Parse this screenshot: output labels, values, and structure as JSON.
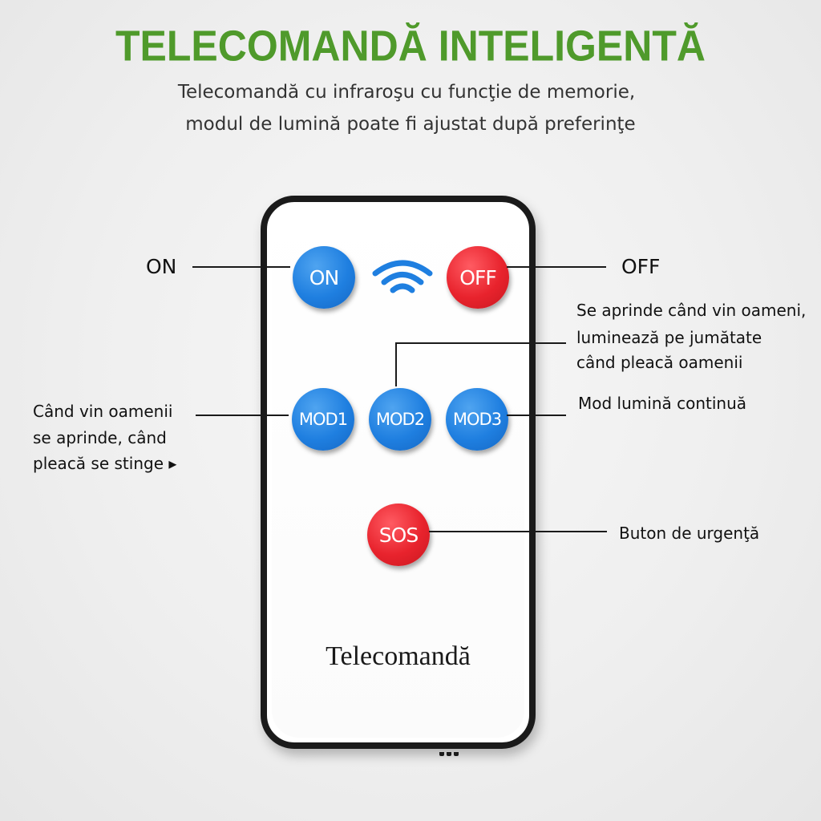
{
  "title": "TELECOMANDĂ INTELIGENTĂ",
  "subtitle": {
    "line1": "Telecomandă cu infraroşu cu funcţie de memorie,",
    "line2": "modul de lumină poate fi ajustat după preferinţe"
  },
  "remote": {
    "label": "Telecomandă",
    "buttons": {
      "on": "ON",
      "off": "OFF",
      "mod1": "MOD1",
      "mod2": "MOD2",
      "mod3": "MOD3",
      "sos": "SOS"
    }
  },
  "callouts": {
    "on": "ON",
    "off": "OFF",
    "mod2": [
      "Se aprinde când vin oameni,",
      "luminează pe jumătate",
      "când pleacă oamenii"
    ],
    "mod3": "Mod lumină continuă",
    "mod1": [
      "Când vin oamenii",
      "se aprinde, când",
      "pleacă se stinge ▸"
    ],
    "sos": "Buton de urgenţă"
  },
  "colors": {
    "title_green": "#4f9a2b",
    "button_blue": "#1f7fe0",
    "button_red": "#e8232d"
  },
  "icons": {
    "signal": "wifi-signal-icon"
  }
}
